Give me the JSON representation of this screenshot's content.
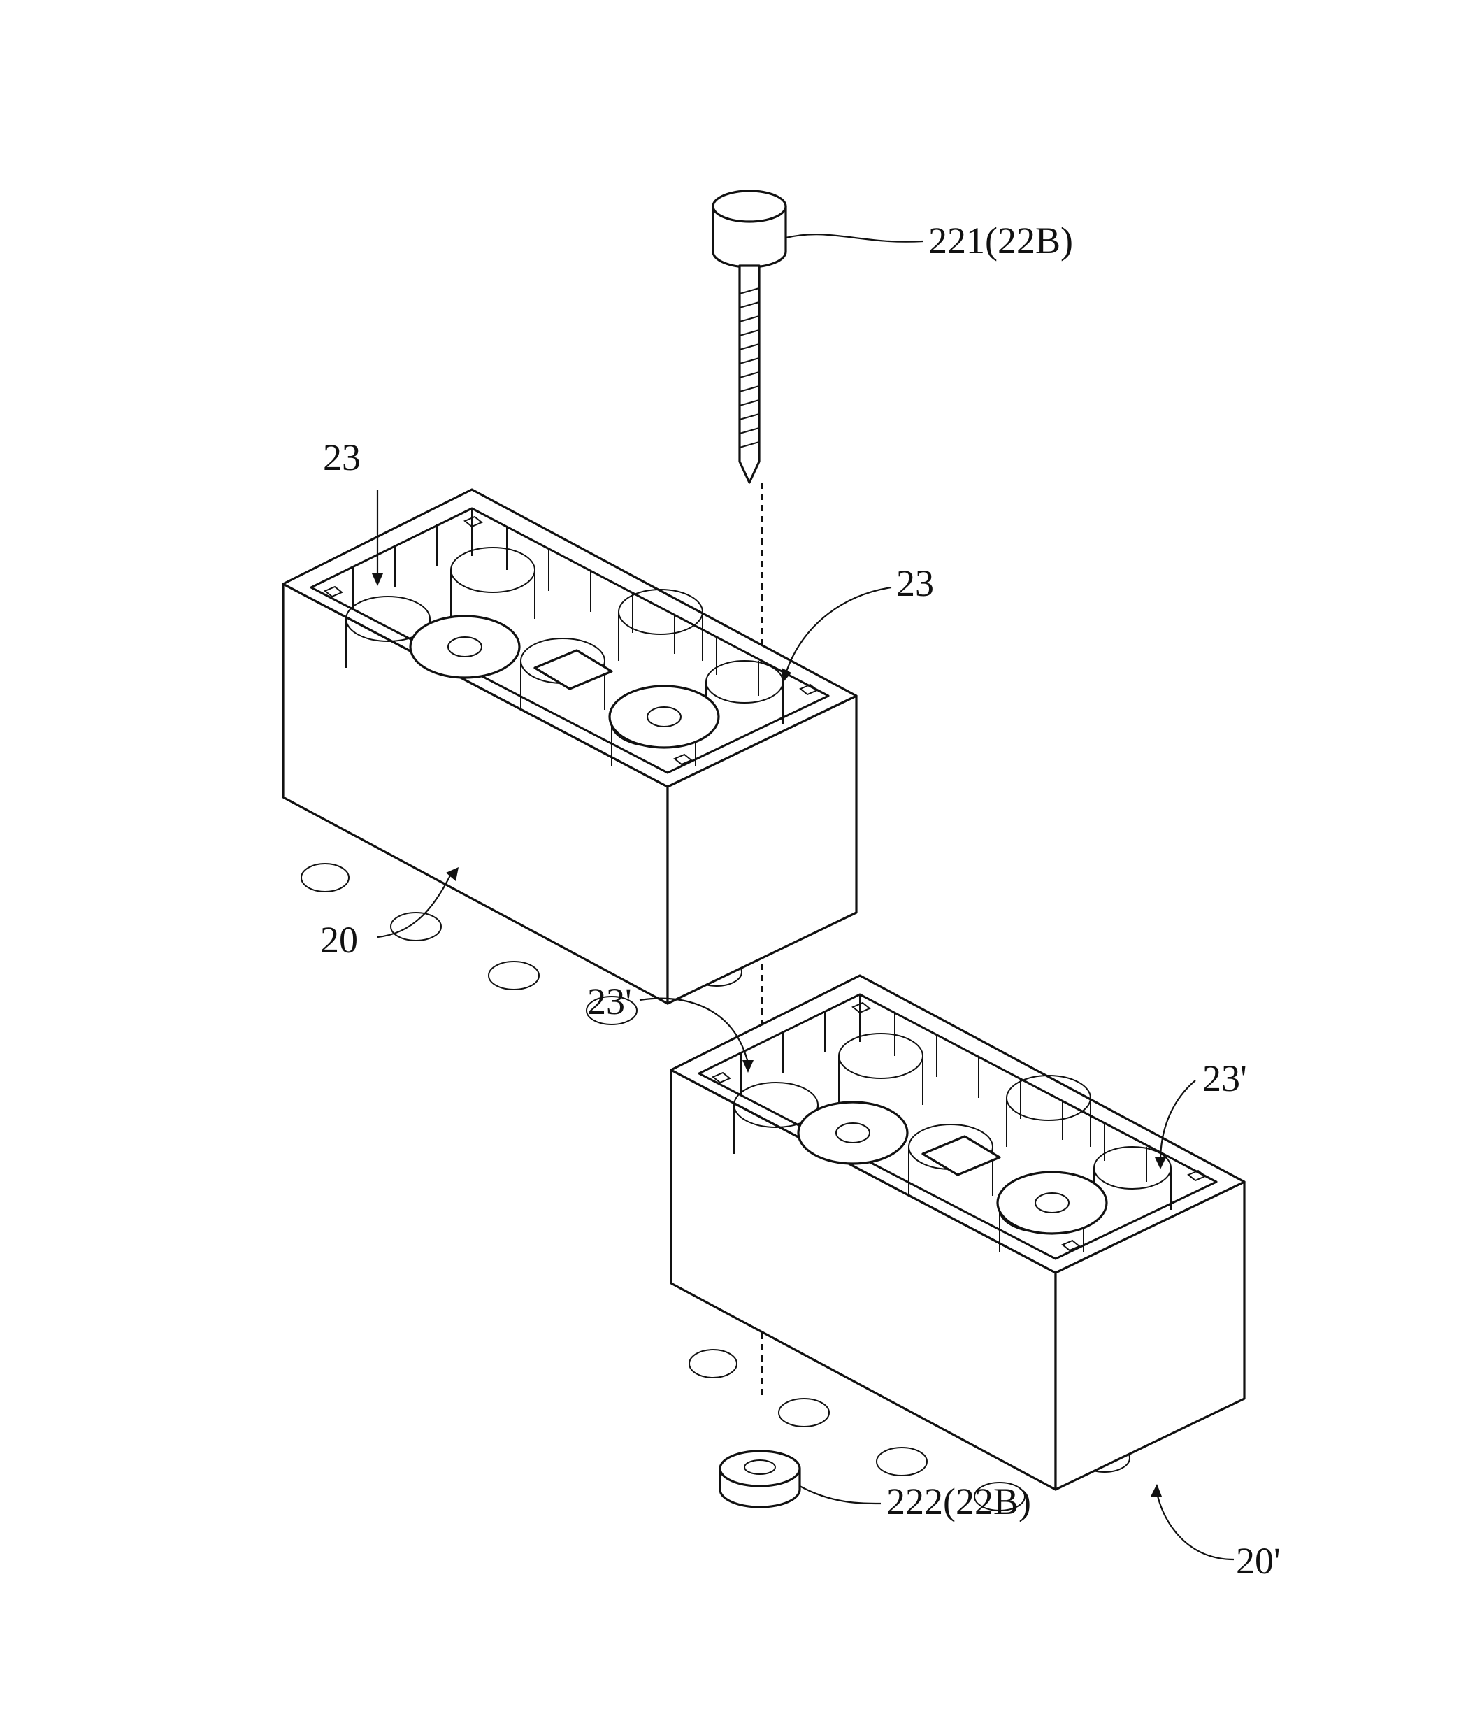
{
  "labels": {
    "screw": "221(22B)",
    "nut": "222(22B)",
    "hole_top_left": "23",
    "hole_top_right": "23",
    "block_top": "20",
    "hole_bottom_left": "23'",
    "hole_bottom_right": "23'",
    "block_bottom": "20'"
  },
  "colors": {
    "line": "#111111",
    "background": "#ffffff"
  }
}
